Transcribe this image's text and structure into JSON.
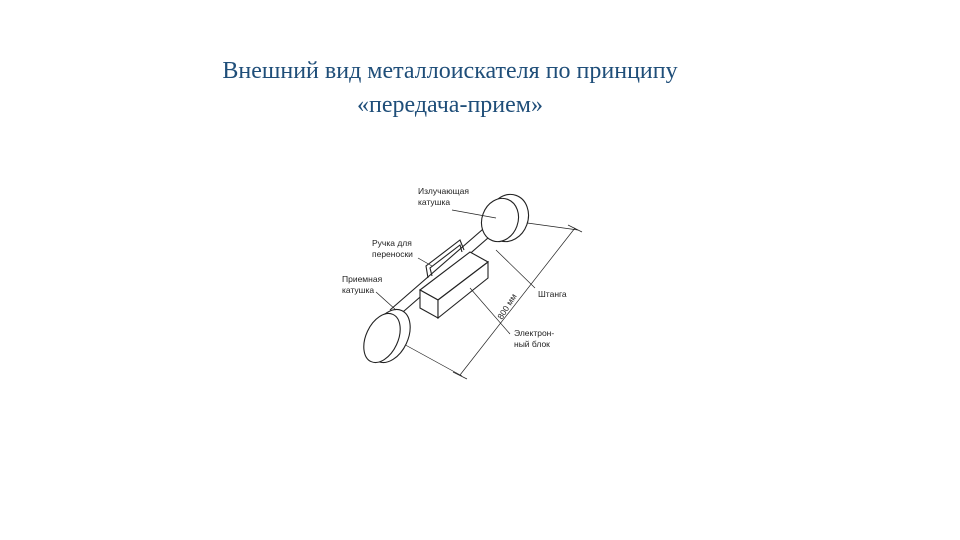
{
  "title": {
    "line1": "Внешний вид металлоискателя по принципу",
    "line2": "«передача-прием»"
  },
  "diagram": {
    "labels": {
      "emit_coil_1": "Излучающая",
      "emit_coil_2": "катушка",
      "handle_1": "Ручка для",
      "handle_2": "переноски",
      "recv_coil_1": "Приемная",
      "recv_coil_2": "катушка",
      "rod": "Штанга",
      "dimension": "800 мм",
      "electronics_1": "Электрон-",
      "electronics_2": "ный блок"
    }
  }
}
